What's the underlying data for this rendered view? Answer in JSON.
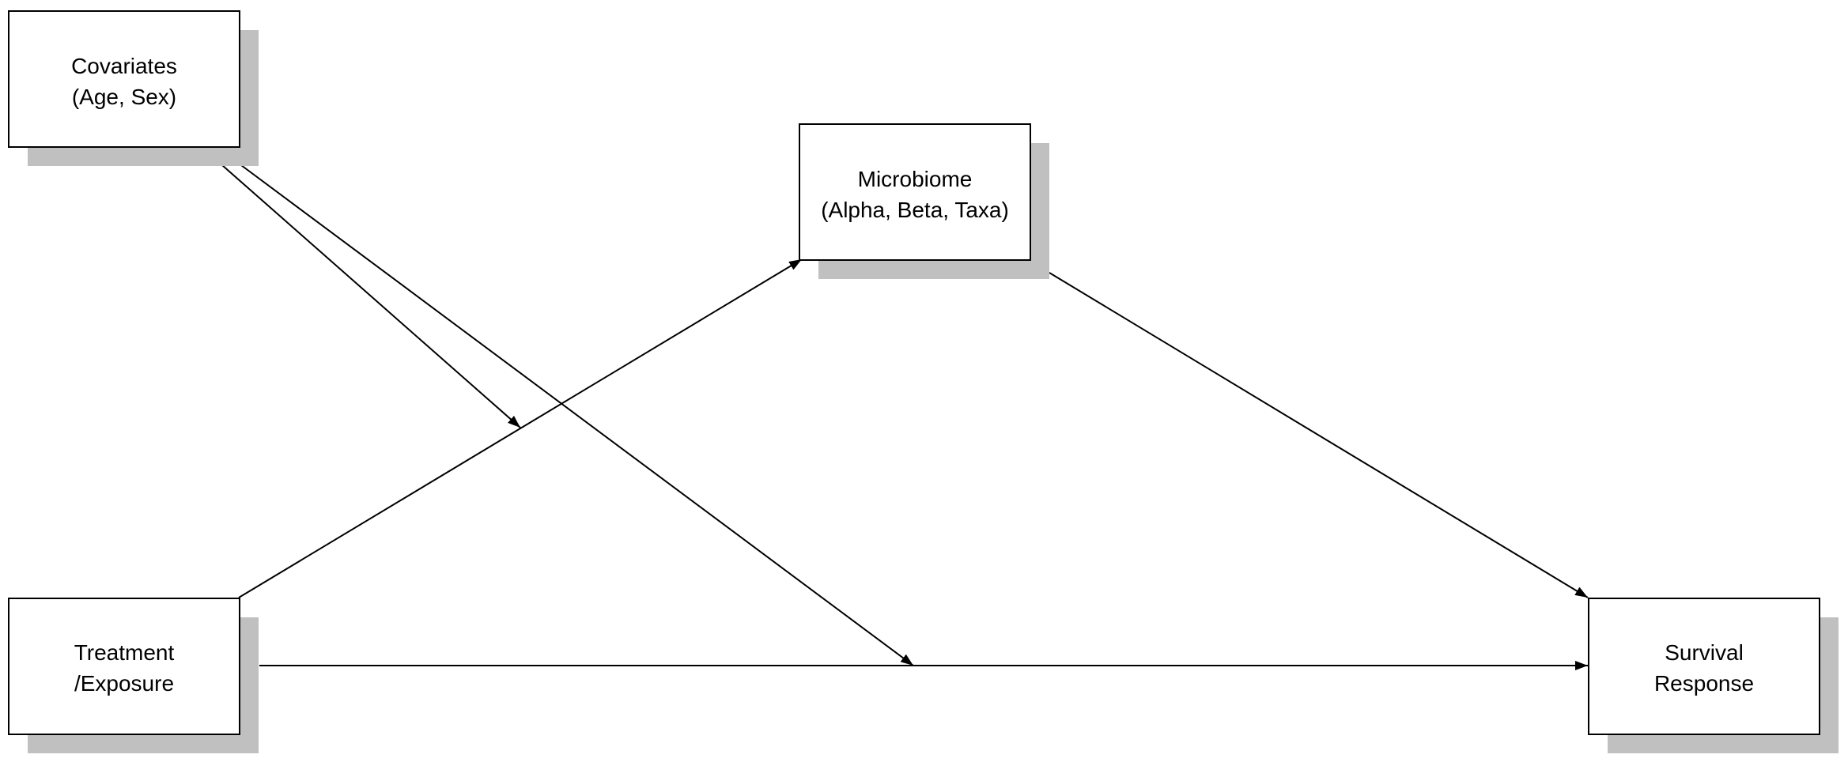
{
  "nodes": {
    "covariates": {
      "line1": "Covariates",
      "line2": "(Age, Sex)"
    },
    "microbiome": {
      "line1": "Microbiome",
      "line2": "(Alpha, Beta, Taxa)"
    },
    "treatment": {
      "line1": "Treatment",
      "line2": "/Exposure"
    },
    "survival": {
      "line1": "Survival",
      "line2": "Response"
    }
  },
  "edges": [
    {
      "from": "covariates",
      "to": "treatment-microbiome-path"
    },
    {
      "from": "covariates",
      "to": "treatment-survival-path"
    },
    {
      "from": "treatment",
      "to": "microbiome"
    },
    {
      "from": "treatment",
      "to": "survival"
    },
    {
      "from": "microbiome",
      "to": "survival"
    }
  ],
  "colors": {
    "box_fill": "#ffffff",
    "box_stroke": "#000000",
    "shadow": "#c0c0c0",
    "edge": "#000000"
  }
}
